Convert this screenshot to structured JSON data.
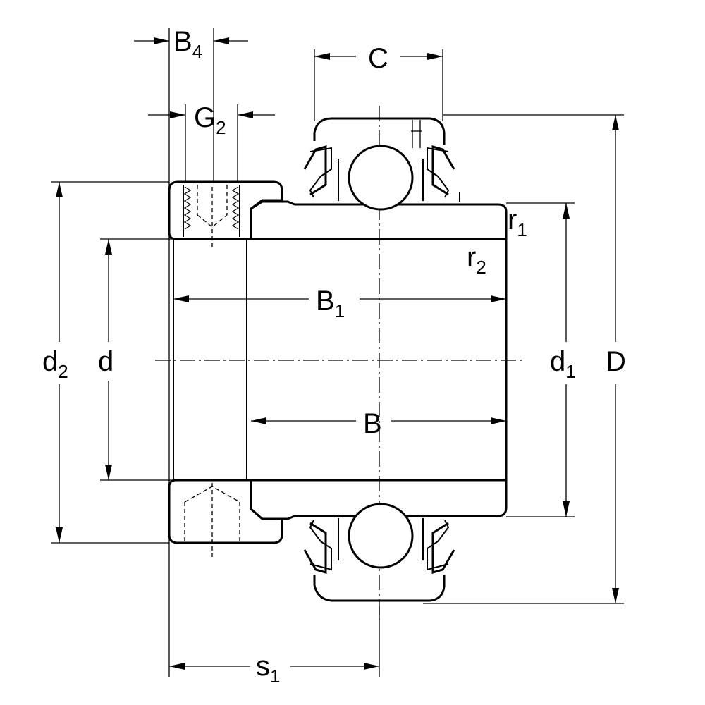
{
  "labels": {
    "B4": {
      "main": "B",
      "sub": "4"
    },
    "G2": {
      "main": "G",
      "sub": "2"
    },
    "C": "C",
    "B1": {
      "main": "B",
      "sub": "1"
    },
    "B": "B",
    "r1": {
      "main": "r",
      "sub": "1"
    },
    "r2": {
      "main": "r",
      "sub": "2"
    },
    "d2": {
      "main": "d",
      "sub": "2"
    },
    "d": "d",
    "d1": {
      "main": "d",
      "sub": "1"
    },
    "D": "D",
    "s1": {
      "main": "s",
      "sub": "1"
    }
  }
}
